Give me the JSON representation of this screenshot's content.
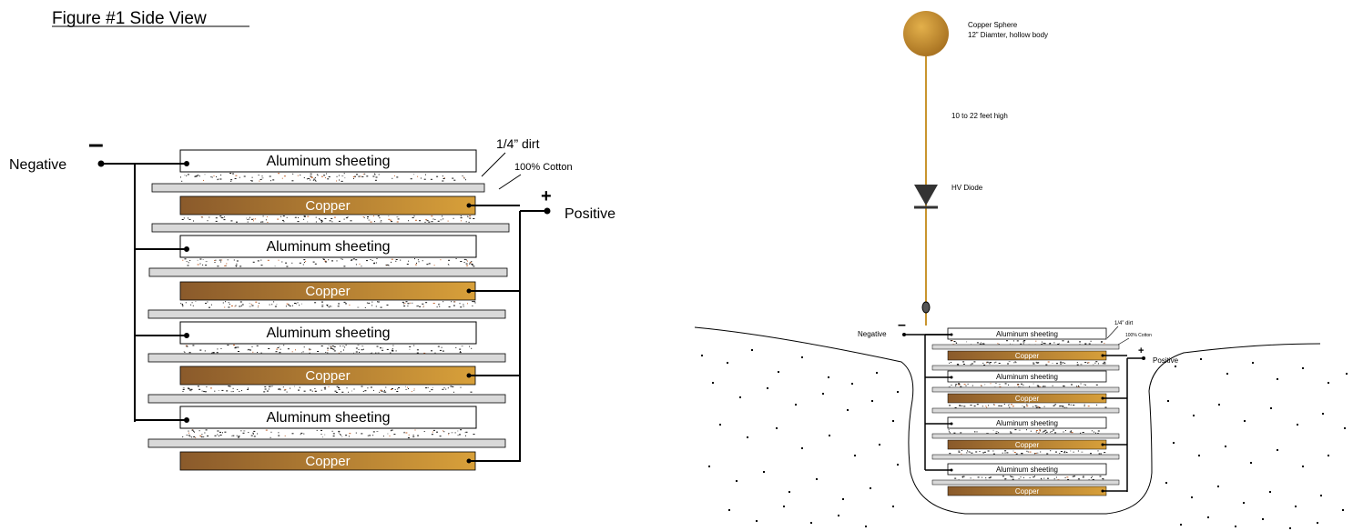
{
  "left_diagram": {
    "title": "Figure #1 Side View",
    "negative_label": "Negative",
    "negative_sign": "–",
    "positive_label": "Positive",
    "positive_sign": "+",
    "dirt_label": "1/4” dirt",
    "cotton_label": "100% Cotton",
    "aluminum_label": "Aluminum sheeting",
    "copper_label": "Copper"
  },
  "right_diagram": {
    "sphere_label_line1": "Copper Sphere",
    "sphere_label_line2": "12” Diamter, hollow body",
    "height_label": "10 to 22 feet high",
    "diode_label": "HV Diode",
    "negative_label": "Negative",
    "negative_sign": "–",
    "positive_label": "Positive",
    "positive_sign": "+",
    "dirt_label": "1/4” dirt",
    "cotton_label": "100% Cotton",
    "aluminum_label": "Aluminum sheeting",
    "copper_label": "Copper"
  },
  "colors": {
    "copper_dark": "#8a5a2b",
    "copper_light": "#d8a03a",
    "wire_gold": "#c9952e",
    "sphere_light": "#e3b04b",
    "sphere_dark": "#a56f1f",
    "cotton_fill": "#d9d9d9"
  }
}
